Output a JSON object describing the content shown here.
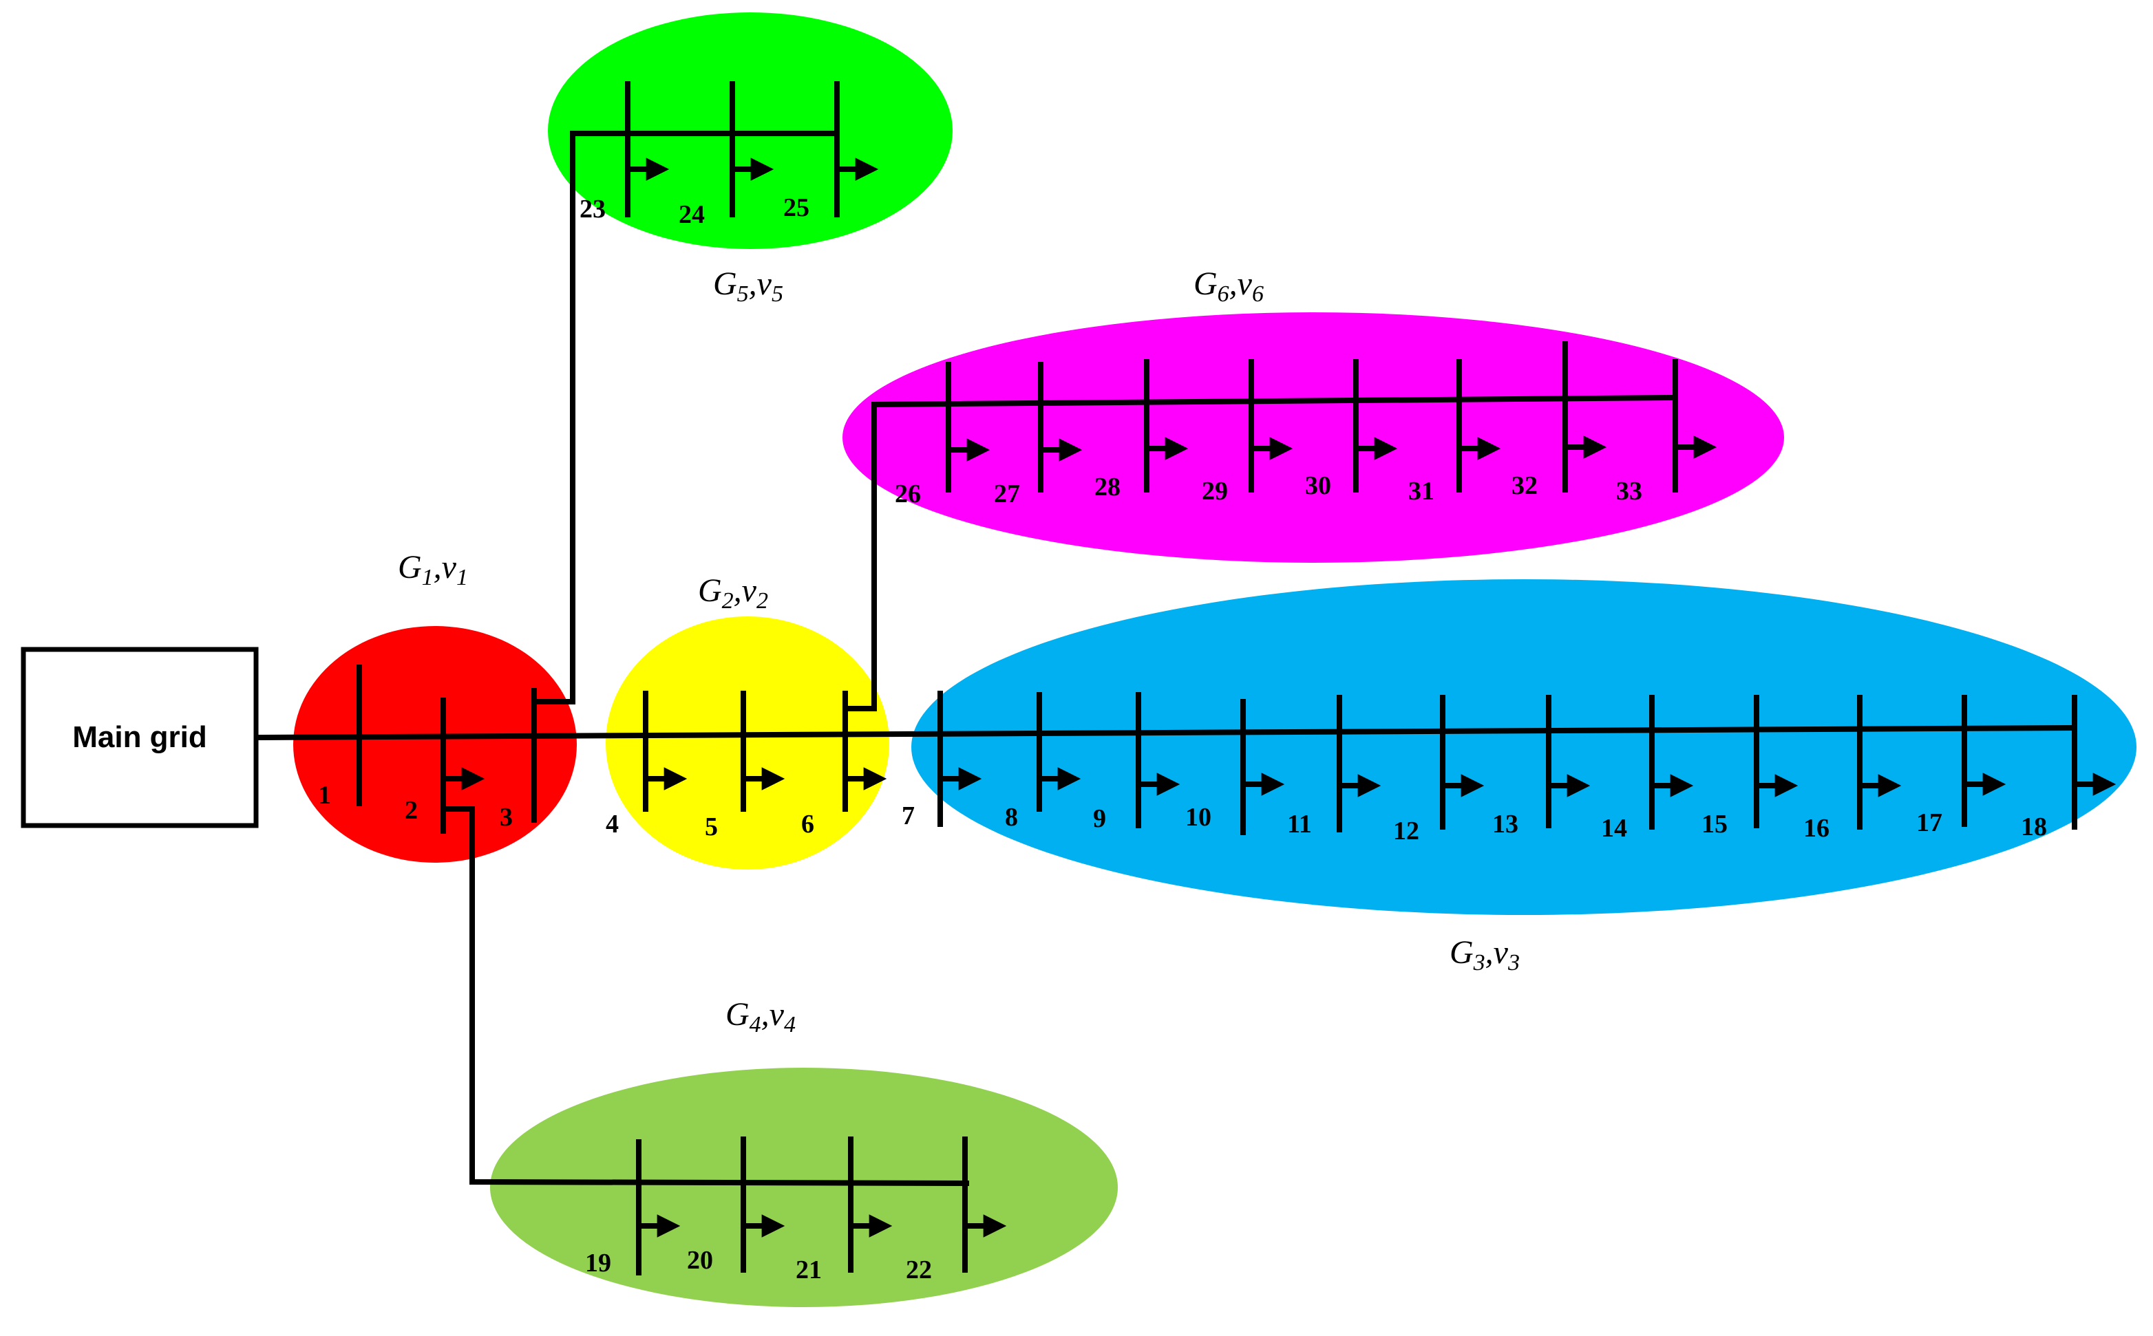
{
  "diagram": {
    "main_grid_label": "Main grid",
    "groups": [
      {
        "id": "G1",
        "letter": "G",
        "sub_g": "1",
        "sep": ",",
        "v": "v",
        "sub_v": "1",
        "color": "#ff0000"
      },
      {
        "id": "G2",
        "letter": "G",
        "sub_g": "2",
        "sep": ",",
        "v": "v",
        "sub_v": "2",
        "color": "#ffff00"
      },
      {
        "id": "G3",
        "letter": "G",
        "sub_g": "3",
        "sep": ",",
        "v": "v",
        "sub_v": "3",
        "color": "#00b0f0"
      },
      {
        "id": "G4",
        "letter": "G",
        "sub_g": "4",
        "sep": ",",
        "v": "v",
        "sub_v": "4",
        "color": "#92d050"
      },
      {
        "id": "G5",
        "letter": "G",
        "sub_g": "5",
        "sep": ",",
        "v": "v",
        "sub_v": "5",
        "color": "#00ff00"
      },
      {
        "id": "G6",
        "letter": "G",
        "sub_g": "6",
        "sep": ",",
        "v": "v",
        "sub_v": "6",
        "color": "#ff00ff"
      }
    ],
    "buses": [
      "1",
      "2",
      "3",
      "4",
      "5",
      "6",
      "7",
      "8",
      "9",
      "10",
      "11",
      "12",
      "13",
      "14",
      "15",
      "16",
      "17",
      "18",
      "19",
      "20",
      "21",
      "22",
      "23",
      "24",
      "25",
      "26",
      "27",
      "28",
      "29",
      "30",
      "31",
      "32",
      "33"
    ]
  }
}
